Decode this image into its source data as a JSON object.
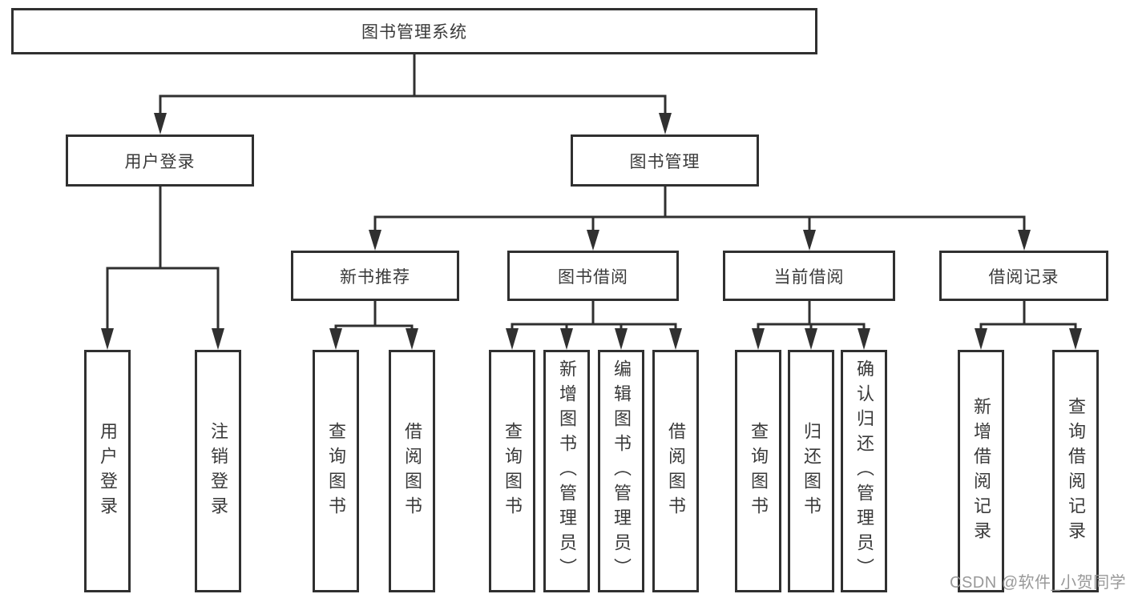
{
  "watermark": {
    "text": "CSDN @软件_小贺同学"
  },
  "colors": {
    "line": "#303030",
    "box_border": "#303030",
    "text": "#3a3a3a",
    "background": "#ffffff",
    "watermark": "#949494"
  },
  "tree": {
    "root": {
      "label": "图书管理系统",
      "children": [
        {
          "label": "用户登录",
          "children": [
            {
              "label": "用户登录"
            },
            {
              "label": "注销登录"
            }
          ]
        },
        {
          "label": "图书管理",
          "children": [
            {
              "label": "新书推荐",
              "children": [
                {
                  "label": "查询图书"
                },
                {
                  "label": "借阅图书"
                }
              ]
            },
            {
              "label": "图书借阅",
              "children": [
                {
                  "label": "查询图书"
                },
                {
                  "label": "新增图书（管理员）"
                },
                {
                  "label": "编辑图书（管理员）"
                },
                {
                  "label": "借阅图书"
                }
              ]
            },
            {
              "label": "当前借阅",
              "children": [
                {
                  "label": "查询图书"
                },
                {
                  "label": "归还图书"
                },
                {
                  "label": "确认归还（管理员）"
                }
              ]
            },
            {
              "label": "借阅记录",
              "children": [
                {
                  "label": "新增借阅记录"
                },
                {
                  "label": "查询借阅记录"
                }
              ]
            }
          ]
        }
      ]
    }
  }
}
